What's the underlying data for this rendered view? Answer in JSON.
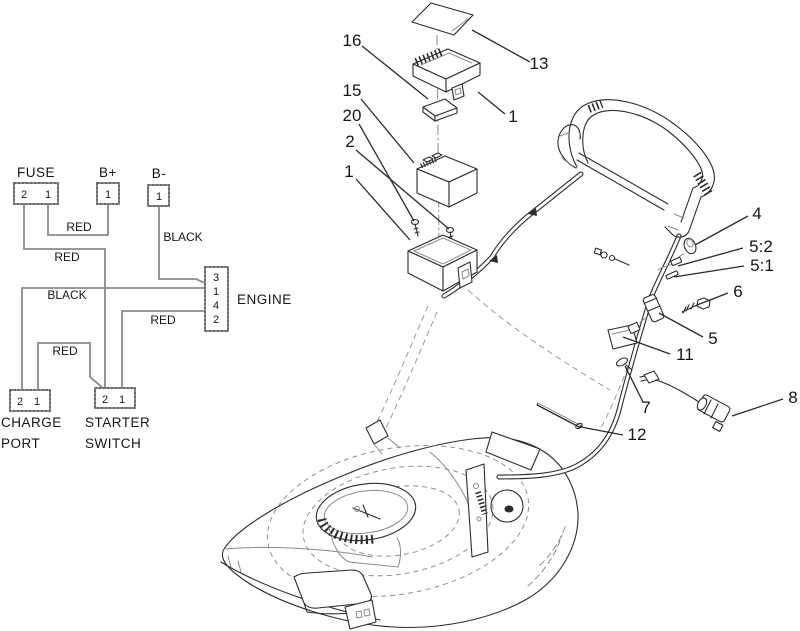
{
  "wiring": {
    "fuse": {
      "label": "FUSE",
      "pins": [
        "2",
        "1"
      ]
    },
    "b_plus": {
      "label": "B+",
      "pins": [
        "1"
      ]
    },
    "b_minus": {
      "label": "B-",
      "pins": [
        "1"
      ]
    },
    "engine": {
      "label": "ENGINE",
      "pins": [
        "3",
        "1",
        "4",
        "2"
      ]
    },
    "charge_port": {
      "line1": "CHARGE",
      "line2": "PORT",
      "pins": [
        "2",
        "1"
      ]
    },
    "starter_switch": {
      "line1": "STARTER",
      "line2": "SWITCH",
      "pins": [
        "2",
        "1"
      ]
    },
    "wire_labels": {
      "fuse_to_bplus": "RED",
      "fuse_to_starter": "RED",
      "bminus_to_engine": "BLACK",
      "chargeport_to_engine": "BLACK",
      "engine_to_starter": "RED",
      "chargeport_to_starter": "RED"
    }
  },
  "callouts": [
    {
      "label": "16"
    },
    {
      "label": "15"
    },
    {
      "label": "20"
    },
    {
      "label": "2"
    },
    {
      "label": "1"
    },
    {
      "label": "13"
    },
    {
      "label": "1"
    },
    {
      "label": "4"
    },
    {
      "label": "5:2"
    },
    {
      "label": "5:1"
    },
    {
      "label": "6"
    },
    {
      "label": "5"
    },
    {
      "label": "11"
    },
    {
      "label": "7"
    },
    {
      "label": "12"
    },
    {
      "label": "8"
    }
  ],
  "colors": {
    "line": "#2b2b2b",
    "secondary": "#8a8a8a",
    "text": "#161616",
    "background": "#ffffff"
  }
}
